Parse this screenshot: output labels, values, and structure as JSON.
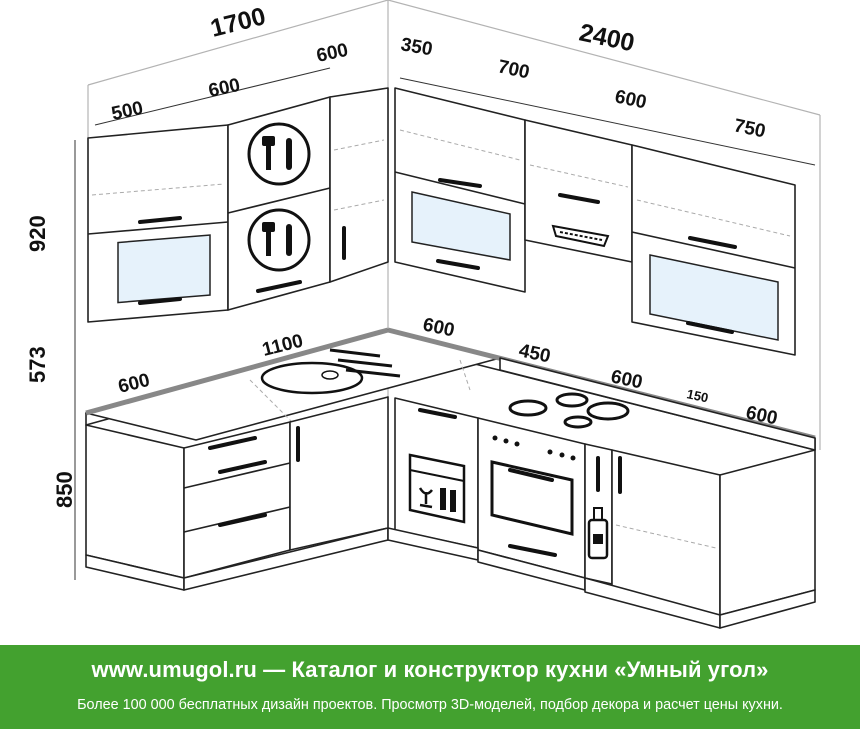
{
  "dimensions": {
    "top_left_total": "1700",
    "top_right_total": "2400",
    "upper_500": "500",
    "upper_600_a": "600",
    "upper_600_b": "600",
    "upper_350": "350",
    "upper_700": "700",
    "upper_600_c": "600",
    "upper_750": "750",
    "height_upper": "920",
    "height_gap": "573",
    "height_lower": "850",
    "counter_600_left": "600",
    "counter_1100": "1100",
    "counter_600_corner": "600",
    "counter_450": "450",
    "counter_600_hob": "600",
    "counter_150": "150",
    "counter_600_right": "600"
  },
  "banner": {
    "headline": "www.umugol.ru — Каталог и конструктор кухни «Умный угол»",
    "subline": "Более 100 000 бесплатных дизайн проектов. Просмотр 3D-моделей, подбор декора и расчет цены кухни.",
    "color": "#43a12f"
  }
}
